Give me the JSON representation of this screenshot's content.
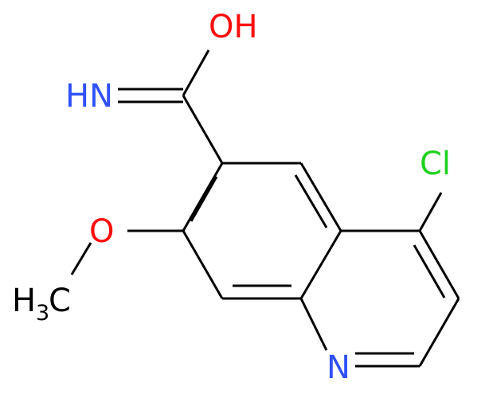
{
  "colors": {
    "background": "#ffffff",
    "bond": "#000000",
    "oxygen": "#ff0d0d",
    "nitrogen": "#3050f8",
    "chlorine": "#1fd01f",
    "carbon_label": "#000000"
  },
  "atoms": {
    "hydroxyl": {
      "text": "OH",
      "element": "O"
    },
    "imine": {
      "text": "HN",
      "element": "N"
    },
    "chloro": {
      "text": "Cl",
      "element": "Cl"
    },
    "methoxy_o": {
      "text": "O",
      "element": "O"
    },
    "methyl": {
      "main": "H",
      "sub": "3",
      "rest": "C",
      "element": "C"
    },
    "ring_n": {
      "text": "N",
      "element": "N"
    }
  }
}
